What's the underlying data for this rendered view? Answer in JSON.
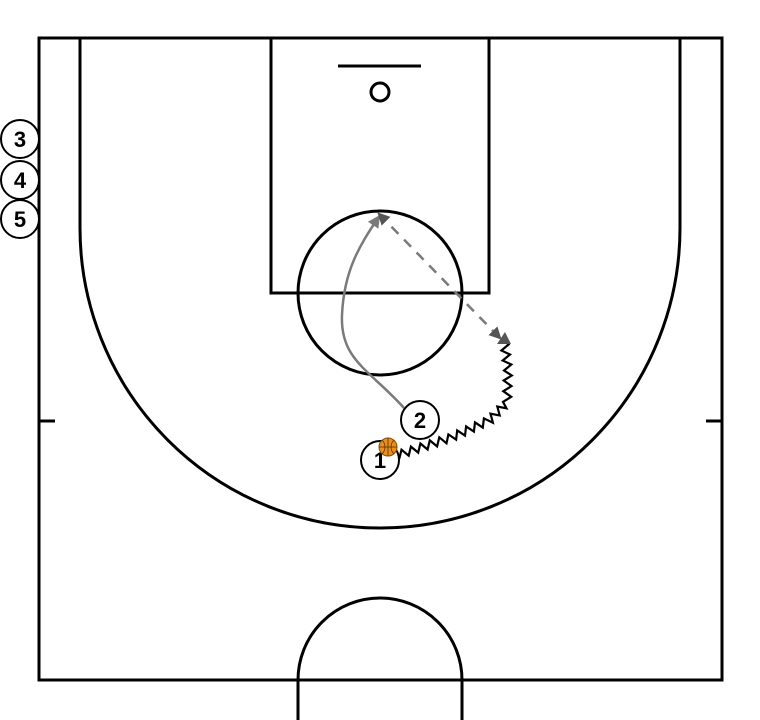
{
  "diagram": {
    "players": [
      {
        "id": "p1",
        "label": "1"
      },
      {
        "id": "p2",
        "label": "2"
      },
      {
        "id": "p3",
        "label": "3"
      },
      {
        "id": "p4",
        "label": "4"
      },
      {
        "id": "p5",
        "label": "5"
      }
    ],
    "colors": {
      "court_lines": "#000000",
      "movement_arrow": "#7a7a7a",
      "pass_arrow": "#7a7a7a",
      "dribble": "#000000",
      "ball": "#e8901f",
      "background": "#ffffff"
    },
    "icons": {
      "ball": "basketball-icon"
    }
  }
}
